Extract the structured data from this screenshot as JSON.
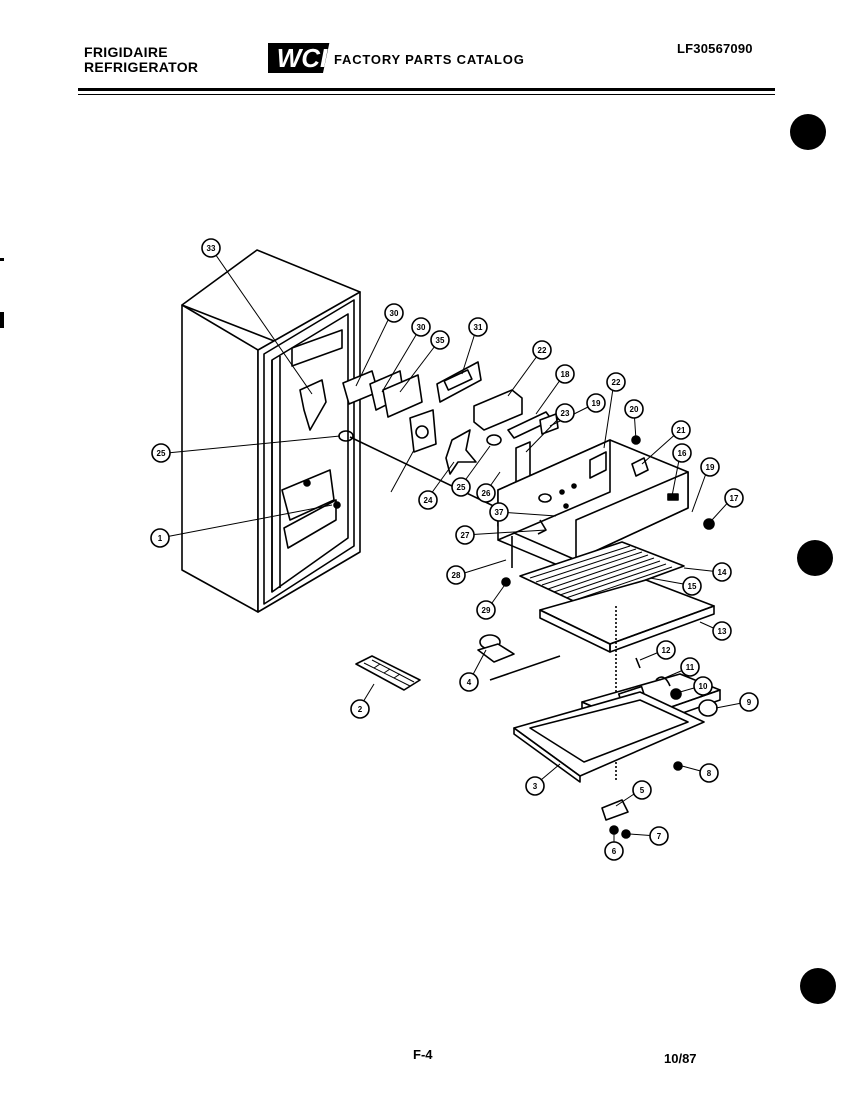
{
  "header": {
    "brand_line1": "FRIGIDAIRE",
    "brand_line2": "REFRIGERATOR",
    "logo_text": "WCI",
    "catalog_title": "FACTORY PARTS CATALOG",
    "model_number": "LF30567090"
  },
  "footer": {
    "page_code": "F-4",
    "date": "10/87"
  },
  "callouts": [
    "33",
    "30",
    "30",
    "35",
    "31",
    "22",
    "18",
    "22",
    "19",
    "20",
    "23",
    "21",
    "16",
    "19",
    "17",
    "25",
    "24",
    "25",
    "26",
    "37",
    "27",
    "28",
    "15",
    "14",
    "29",
    "13",
    "12",
    "11",
    "10",
    "4",
    "9",
    "2",
    "3",
    "8",
    "5",
    "7",
    "6",
    "1"
  ],
  "colors": {
    "ink": "#000000",
    "paper": "#ffffff"
  }
}
